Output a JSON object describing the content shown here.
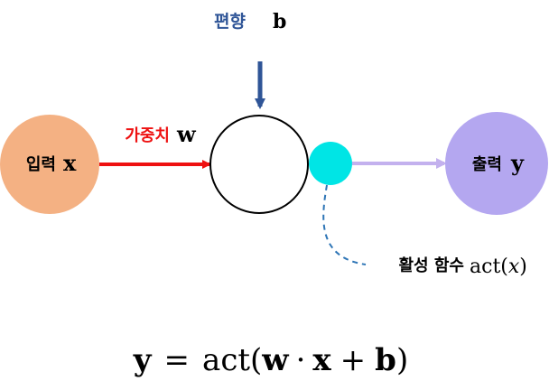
{
  "colors": {
    "input_node": "#f4b183",
    "output_node": "#b4a7f0",
    "activation_node": "#00e5e5",
    "weight_arrow": "#ee1111",
    "bias_arrow": "#2f5597",
    "output_arrow": "#c3b1ee",
    "dashed_line": "#2e75b6",
    "text": "#000000"
  },
  "bias": {
    "label": "편향",
    "symbol": "b"
  },
  "input": {
    "label": "입력",
    "symbol": "x"
  },
  "weight": {
    "label": "가중치",
    "symbol": "w"
  },
  "output": {
    "label": "출력",
    "symbol": "y"
  },
  "activation": {
    "label": "활성 함수",
    "func": "act",
    "lparen": "(",
    "arg": "x",
    "rparen": ")"
  },
  "formula": {
    "lhs": "y",
    "equals": "=",
    "func": "act",
    "lparen": "(",
    "w": "w",
    "dot": "·",
    "x": "x",
    "plus": "+",
    "b": "b",
    "rparen": ")"
  }
}
